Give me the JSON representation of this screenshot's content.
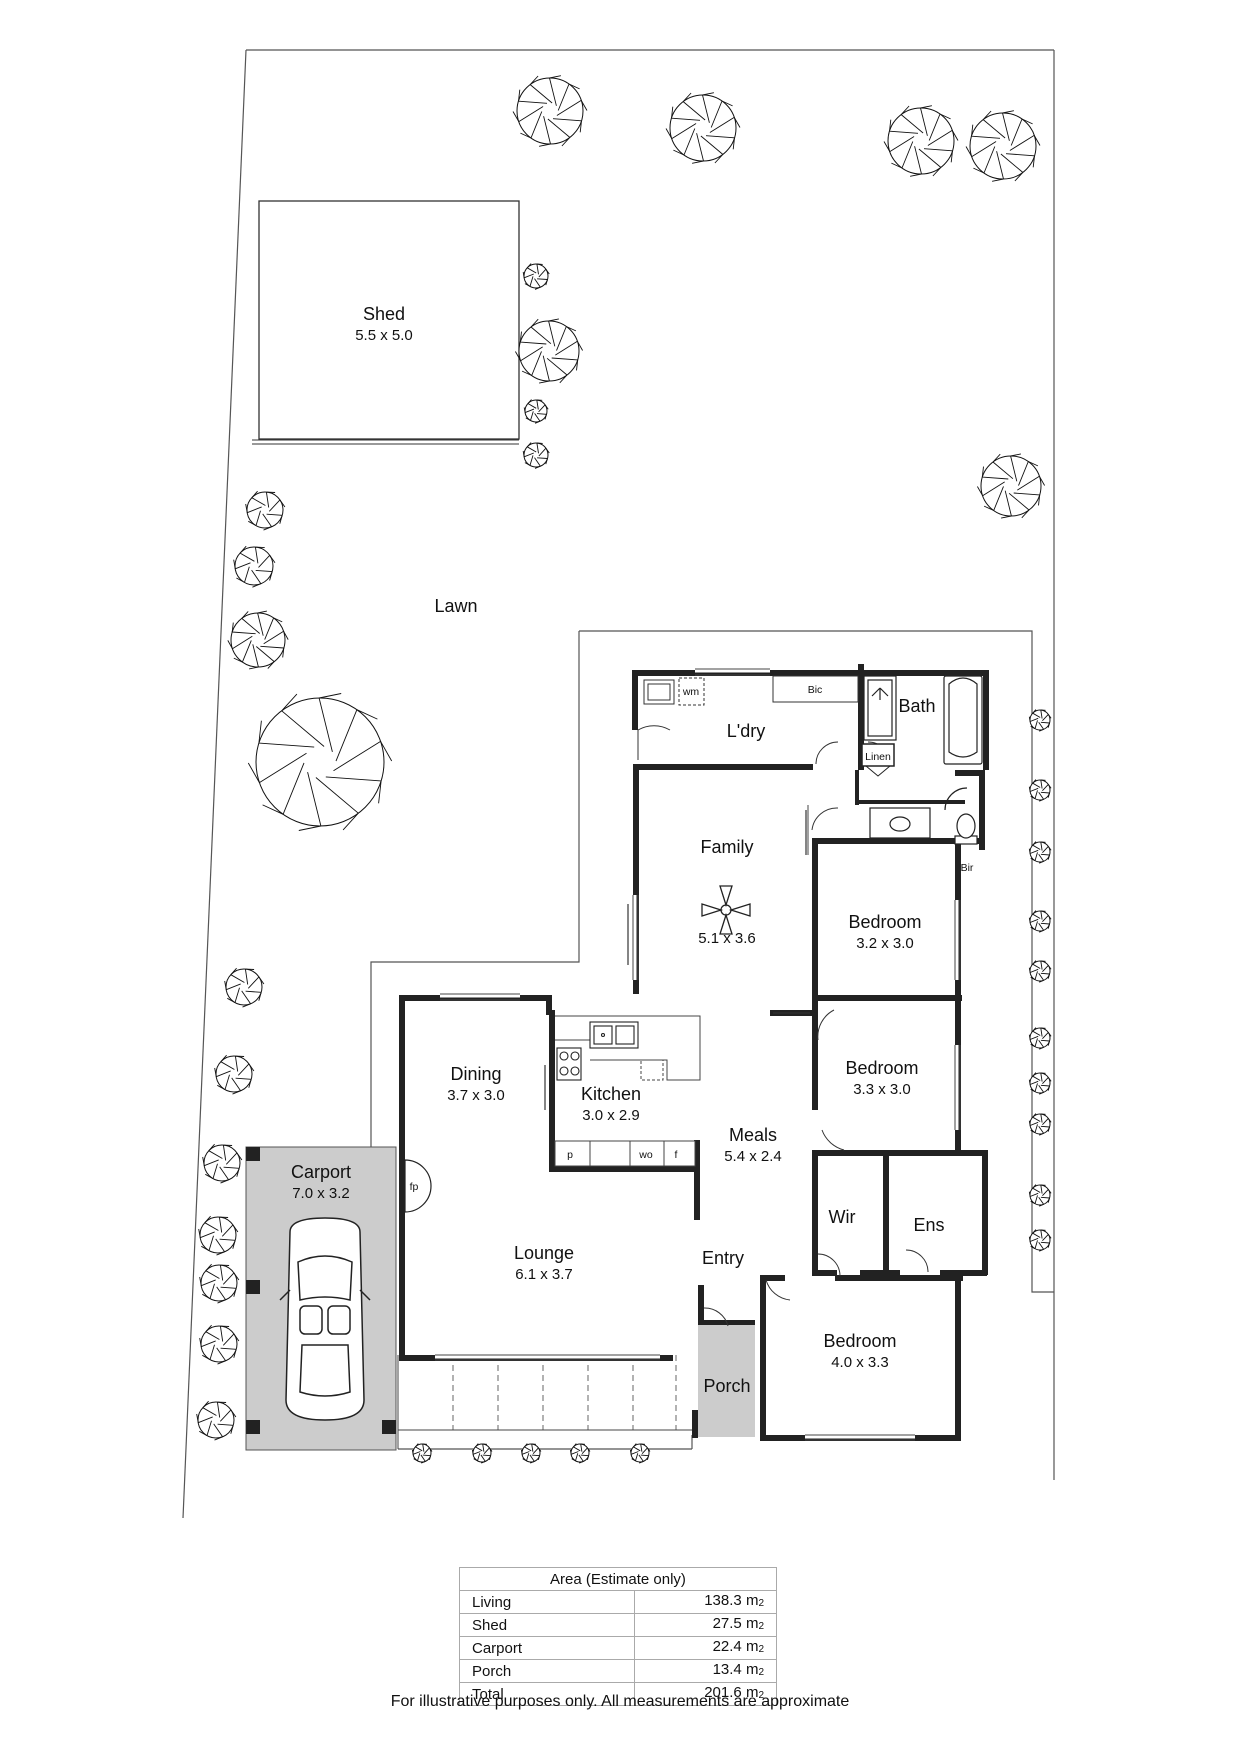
{
  "rooms": {
    "shed": {
      "name": "Shed",
      "dims": "5.5 x 5.0"
    },
    "lawn": {
      "name": "Lawn"
    },
    "laundry": {
      "name": "L'dry"
    },
    "bath": {
      "name": "Bath"
    },
    "linen": {
      "name": "Linen"
    },
    "bic": {
      "name": "Bic"
    },
    "wm": {
      "name": "wm"
    },
    "family": {
      "name": "Family",
      "dims": "5.1 x 3.6"
    },
    "bir": {
      "name": "Bir"
    },
    "bedroom1": {
      "name": "Bedroom",
      "dims": "3.2 x 3.0"
    },
    "bedroom2": {
      "name": "Bedroom",
      "dims": "3.3 x 3.0"
    },
    "dining": {
      "name": "Dining",
      "dims": "3.7 x 3.0"
    },
    "kitchen": {
      "name": "Kitchen",
      "dims": "3.0 x 2.9"
    },
    "meals": {
      "name": "Meals",
      "dims": "5.4 x 2.4"
    },
    "carport": {
      "name": "Carport",
      "dims": "7.0 x 3.2"
    },
    "lounge": {
      "name": "Lounge",
      "dims": "6.1 x 3.7"
    },
    "entry": {
      "name": "Entry"
    },
    "wir": {
      "name": "Wir"
    },
    "ensuite": {
      "name": "Ens"
    },
    "porch": {
      "name": "Porch"
    },
    "bedroom3": {
      "name": "Bedroom",
      "dims": "4.0 x 3.3"
    }
  },
  "fixtures": {
    "fireplace": "fp",
    "pantry": "p",
    "wall_oven": "wo",
    "fridge": "f"
  },
  "area_table": {
    "title": "Area (Estimate only)",
    "unit": "m",
    "unit_sub": "2",
    "rows": [
      {
        "label": "Living",
        "value": "138.3"
      },
      {
        "label": "Shed",
        "value": "27.5"
      },
      {
        "label": "Carport",
        "value": "22.4"
      },
      {
        "label": "Porch",
        "value": "13.4"
      },
      {
        "label": "Total",
        "value": "201.6"
      }
    ]
  },
  "footnote": "For illustrative purposes only. All measurements are approximate",
  "colors": {
    "wall": "#222222",
    "carport_fill": "#cccccc",
    "porch_fill": "#cccccc",
    "boundary": "#555555"
  },
  "icon_names": [
    "tree-icon",
    "ceiling-fan-icon",
    "car-icon",
    "sink-icon",
    "cooktop-icon",
    "shower-icon",
    "bathtub-icon",
    "toilet-icon",
    "basin-icon",
    "door-swing-icon"
  ]
}
